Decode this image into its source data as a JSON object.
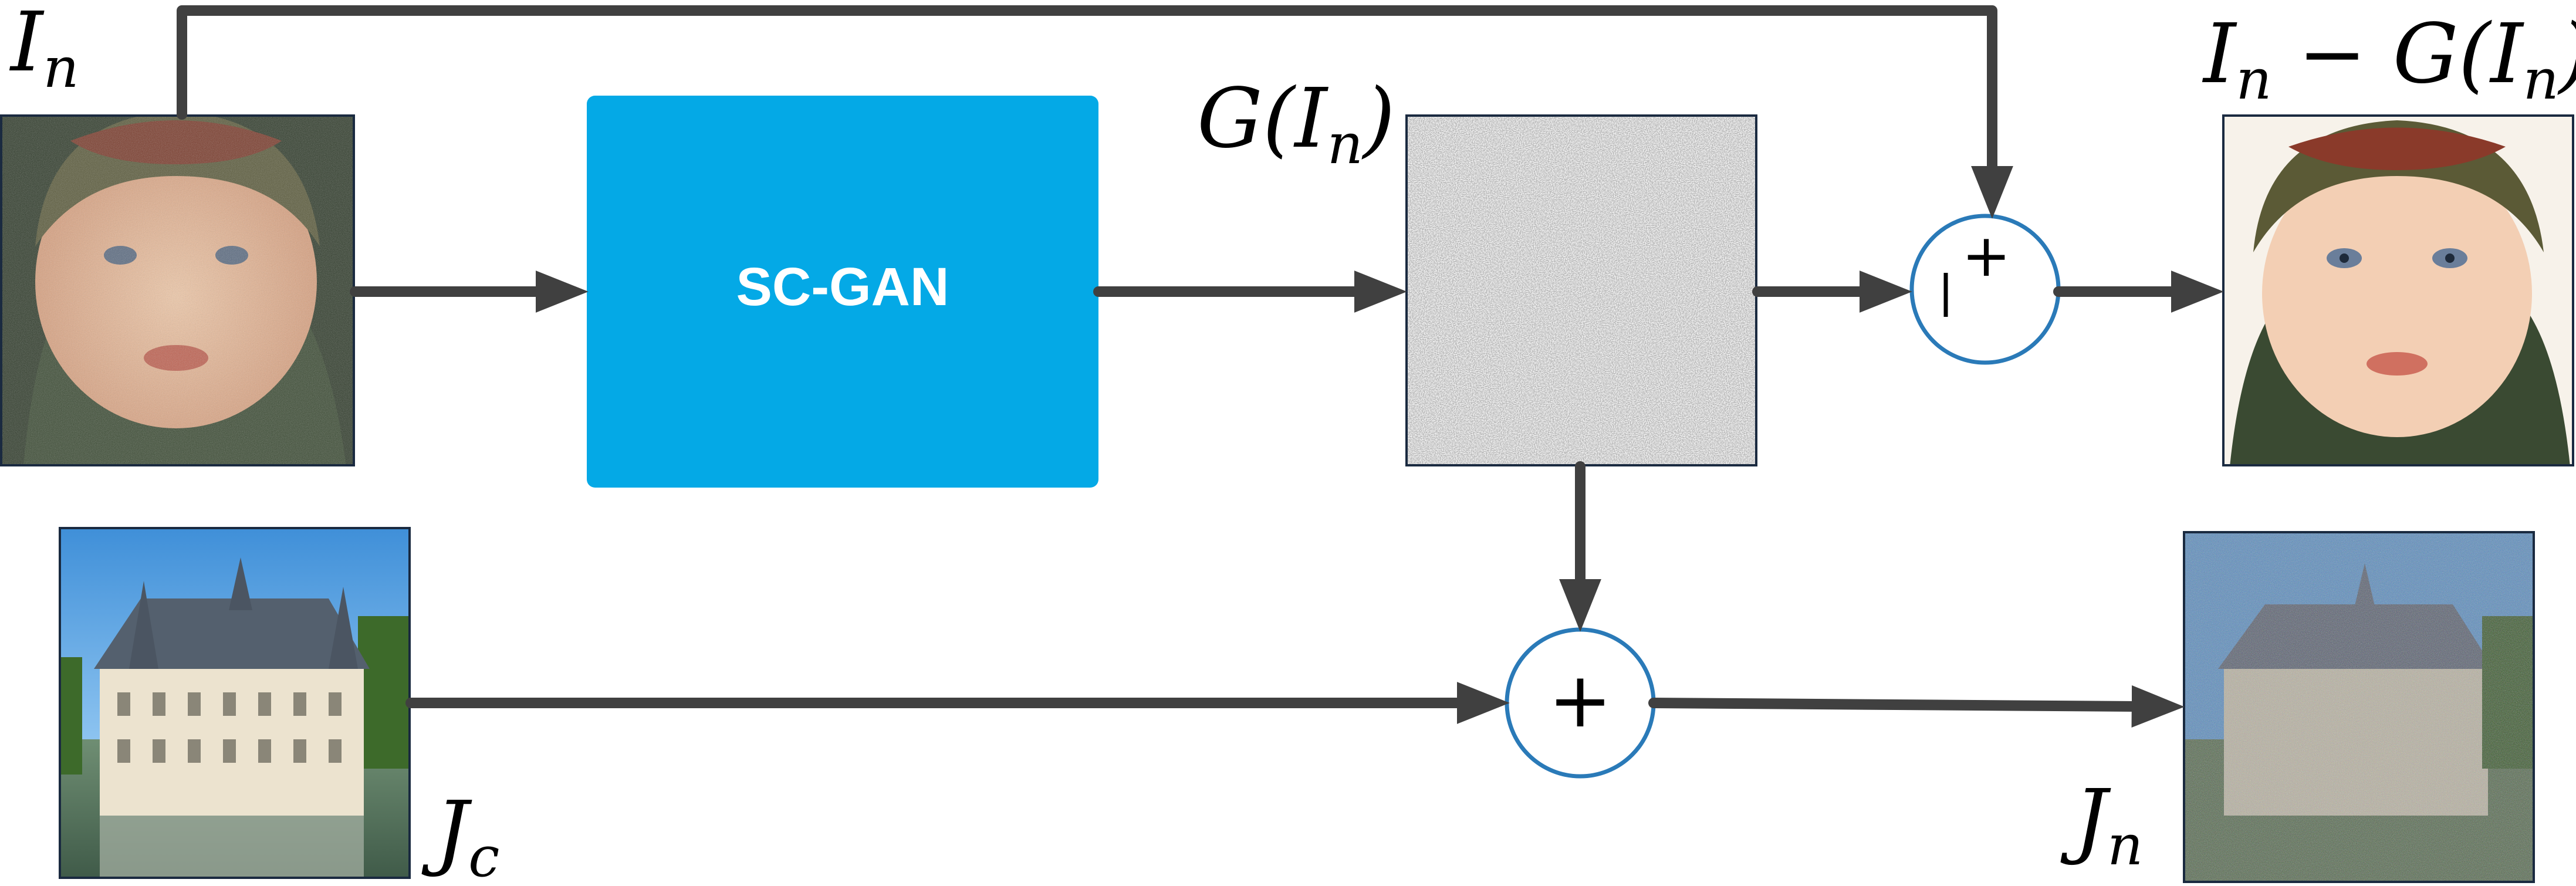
{
  "labels": {
    "input_noisy": "I",
    "input_noisy_sub": "n",
    "generator_output": "G(I",
    "generator_output_sub": "n",
    "generator_output_close": ")",
    "denoised_i1": "I",
    "denoised_i1_sub": "n",
    "denoised_minus": " − G(I",
    "denoised_i2_sub": "n",
    "denoised_close": ")",
    "clean_image": "J",
    "clean_image_sub": "c",
    "noisy_output": "J",
    "noisy_output_sub": "n"
  },
  "network": {
    "name": "SC-GAN"
  },
  "operators": {
    "subtract_symbol": "−",
    "subtract_superscript": "+",
    "add_symbol": "+"
  },
  "colors": {
    "network_fill": "#04a9e6",
    "arrow": "#404040",
    "operator_stroke": "#2a7ab8",
    "frame": "#1a2a40"
  },
  "images": {
    "input_noisy": "noisy-baby-portrait",
    "noise_map": "gray-noise-pattern",
    "denoised": "clean-baby-portrait",
    "clean_image": "castle-photo",
    "noisy_output": "noisy-castle-photo"
  }
}
